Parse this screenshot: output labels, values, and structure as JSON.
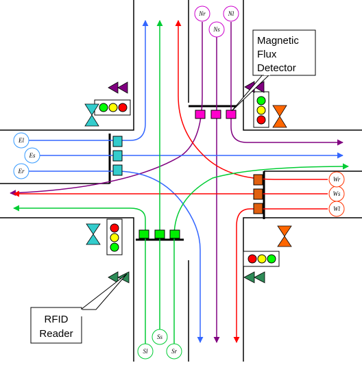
{
  "callouts": {
    "magnetic": [
      "Magnetic",
      "Flux",
      "Detector"
    ],
    "rfid": [
      "RFID",
      "Reader"
    ]
  },
  "lane_labels": {
    "north": [
      "Nr",
      "Ns",
      "Nl"
    ],
    "east": [
      "El",
      "Es",
      "Er"
    ],
    "west": [
      "Wr",
      "Ws",
      "Wl"
    ],
    "south": [
      "Sl",
      "Ss",
      "Sr"
    ]
  },
  "colors": {
    "north_traffic": "#800080",
    "east_traffic": "#3366ff",
    "west_traffic": "#ff0000",
    "south_traffic": "#00cc33",
    "north_detector": "#ff00cc",
    "east_detector": "#33cccc",
    "west_detector": "#e06010",
    "south_detector": "#00ee00",
    "north_label_ring": "#cc00cc",
    "east_label_ring": "#3399ff",
    "west_label_ring": "#ff3300",
    "south_label_ring": "#00cc33",
    "reader_north": "#800080",
    "reader_east": "#33cccc",
    "reader_west": "#ff6600",
    "reader_south": "#2e8b57",
    "signal_red": "#ff0000",
    "signal_yellow": "#ffff00",
    "signal_green": "#00ff00"
  },
  "icons": {
    "rfid_reader": "bowtie-icon",
    "traffic_light": "traffic-light-icon",
    "detector": "square-sensor-icon"
  }
}
